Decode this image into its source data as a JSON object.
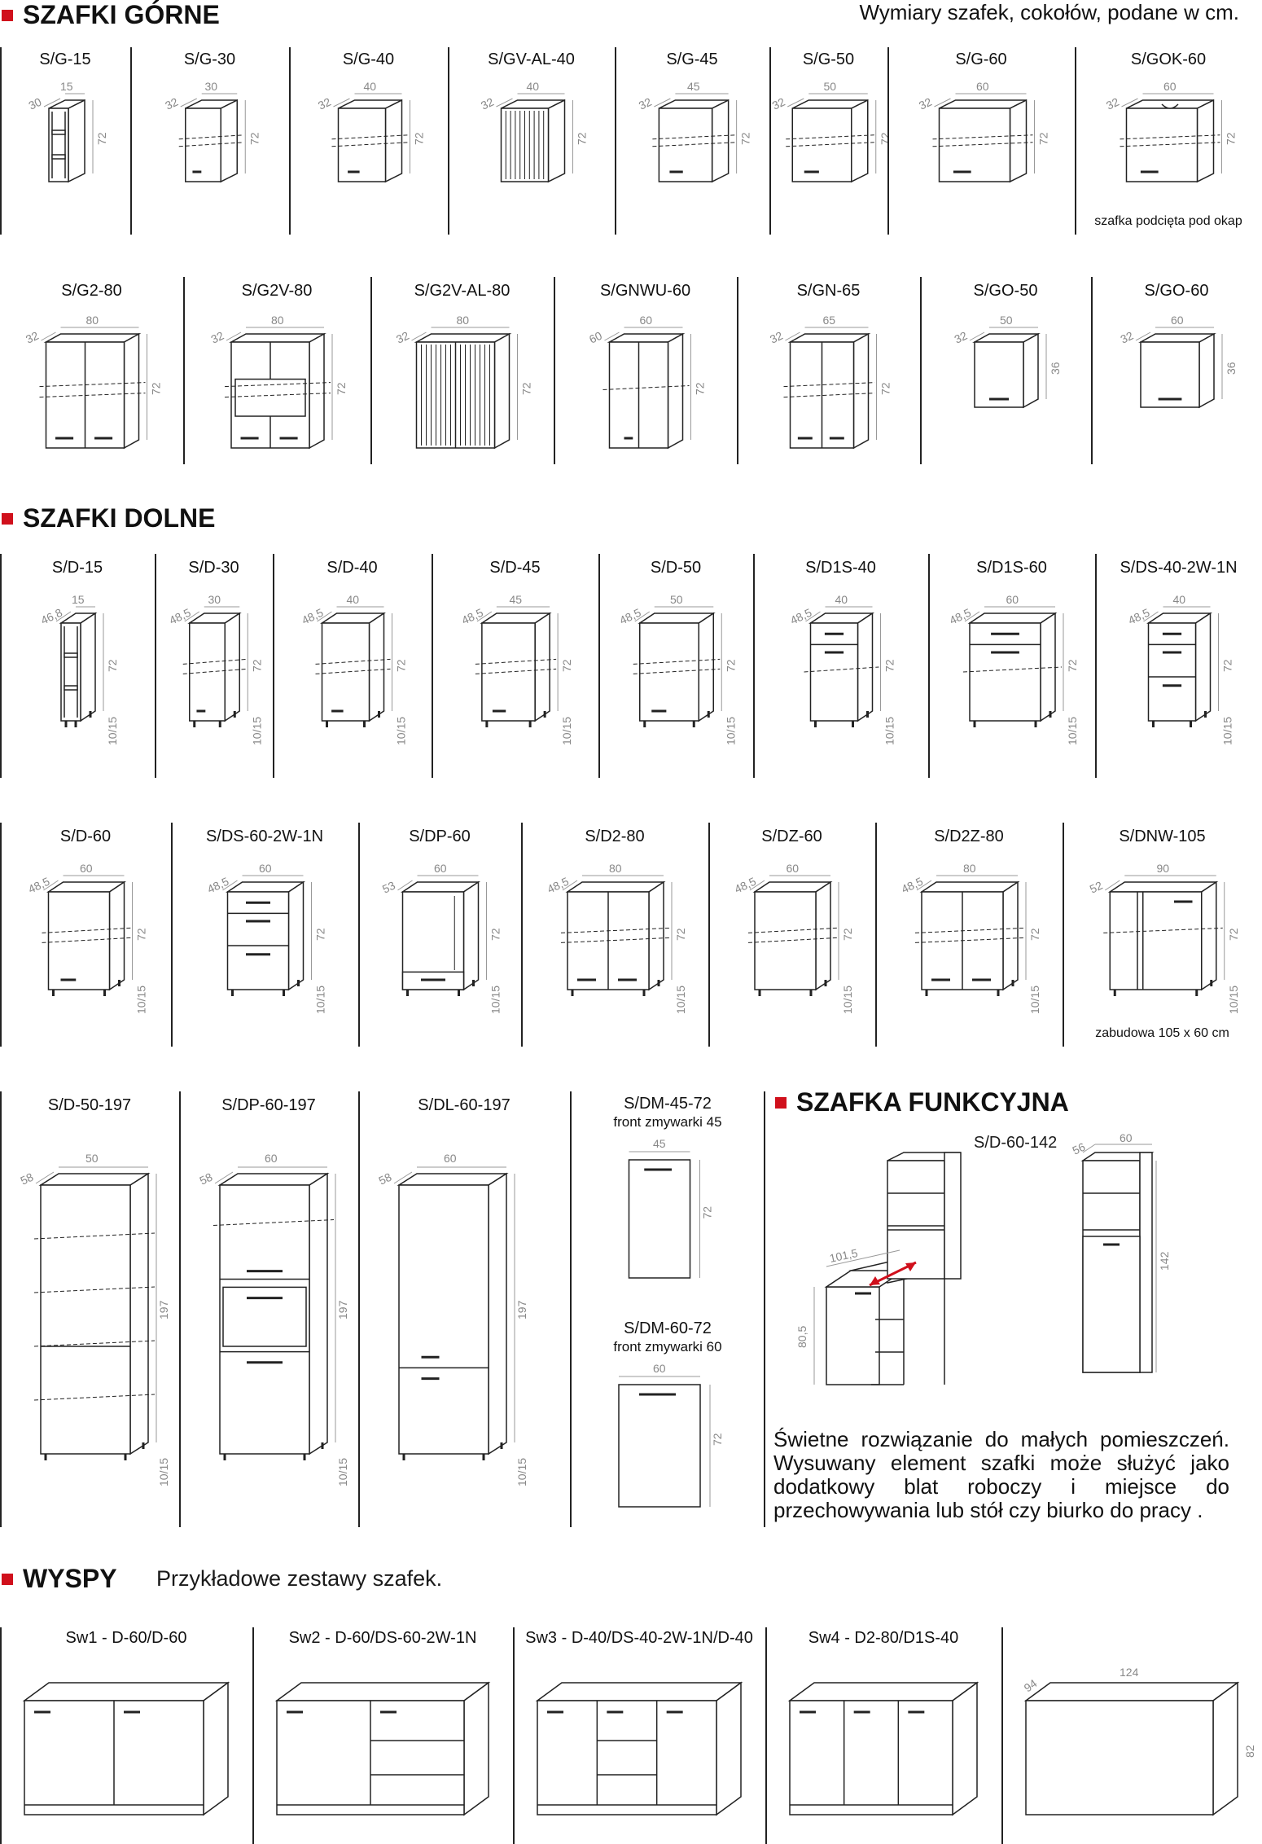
{
  "header": {
    "title_upper": "SZAFKI GÓRNE",
    "dimensions_note": "Wymiary szafek, cokołów, podane w cm."
  },
  "upper_row1": [
    {
      "code": "S/G-15",
      "w": "15",
      "d": "30",
      "h": "72",
      "kind": "open",
      "note": ""
    },
    {
      "code": "S/G-30",
      "w": "30",
      "d": "32",
      "h": "72",
      "kind": "door",
      "note": ""
    },
    {
      "code": "S/G-40",
      "w": "40",
      "d": "32",
      "h": "72",
      "kind": "door",
      "note": ""
    },
    {
      "code": "S/GV-AL-40",
      "w": "40",
      "d": "32",
      "h": "72",
      "kind": "glass",
      "note": ""
    },
    {
      "code": "S/G-45",
      "w": "45",
      "d": "32",
      "h": "72",
      "kind": "door",
      "note": ""
    },
    {
      "code": "S/G-50",
      "w": "50",
      "d": "32",
      "h": "72",
      "kind": "door",
      "note": ""
    },
    {
      "code": "S/G-60",
      "w": "60",
      "d": "32",
      "h": "72",
      "kind": "door",
      "note": ""
    },
    {
      "code": "S/GOK-60",
      "w": "60",
      "d": "32",
      "h": "72",
      "kind": "hood",
      "note": "szafka podcięta pod okap"
    }
  ],
  "upper_row2": [
    {
      "code": "S/G2-80",
      "w": "80",
      "d": "32",
      "h": "72",
      "kind": "double"
    },
    {
      "code": "S/G2V-80",
      "w": "80",
      "d": "32",
      "h": "72",
      "kind": "doubleglass"
    },
    {
      "code": "S/G2V-AL-80",
      "w": "80",
      "d": "32",
      "h": "72",
      "kind": "glass"
    },
    {
      "code": "S/GNWU-60",
      "w": "60",
      "d": "60",
      "h": "72",
      "kind": "corner"
    },
    {
      "code": "S/GN-65",
      "w": "65",
      "d": "32",
      "h": "72",
      "kind": "double"
    },
    {
      "code": "S/GO-50",
      "w": "50",
      "d": "32",
      "h": "36",
      "kind": "flap"
    },
    {
      "code": "S/GO-60",
      "w": "60",
      "d": "32",
      "h": "36",
      "kind": "flap"
    }
  ],
  "lower": {
    "title": "SZAFKI DOLNE",
    "row1": [
      {
        "code": "S/D-15",
        "w": "15",
        "d": "46,8",
        "h": "72",
        "leg": "10/15",
        "kind": "open"
      },
      {
        "code": "S/D-30",
        "w": "30",
        "d": "48,5",
        "h": "72",
        "leg": "10/15",
        "kind": "door"
      },
      {
        "code": "S/D-40",
        "w": "40",
        "d": "48,5",
        "h": "72",
        "leg": "10/15",
        "kind": "door"
      },
      {
        "code": "S/D-45",
        "w": "45",
        "d": "48,5",
        "h": "72",
        "leg": "10/15",
        "kind": "door"
      },
      {
        "code": "S/D-50",
        "w": "50",
        "d": "48,5",
        "h": "72",
        "leg": "10/15",
        "kind": "door"
      },
      {
        "code": "S/D1S-40",
        "w": "40",
        "d": "48,5",
        "h": "72",
        "leg": "10/15",
        "kind": "drawerdoor"
      },
      {
        "code": "S/D1S-60",
        "w": "60",
        "d": "48,5",
        "h": "72",
        "leg": "10/15",
        "kind": "drawerdoor"
      },
      {
        "code": "S/DS-40-2W-1N",
        "w": "40",
        "d": "48,5",
        "h": "72",
        "leg": "10/15",
        "kind": "drawers"
      }
    ],
    "row2": [
      {
        "code": "S/D-60",
        "w": "60",
        "d": "48,5",
        "h": "72",
        "leg": "10/15",
        "kind": "door",
        "note": ""
      },
      {
        "code": "S/DS-60-2W-1N",
        "w": "60",
        "d": "48,5",
        "h": "72",
        "leg": "10/15",
        "kind": "drawers",
        "note": ""
      },
      {
        "code": "S/DP-60",
        "w": "60",
        "d": "53",
        "h": "72",
        "leg": "10/15",
        "kind": "oven",
        "note": ""
      },
      {
        "code": "S/D2-80",
        "w": "80",
        "d": "48,5",
        "h": "72",
        "leg": "10/15",
        "kind": "double",
        "note": ""
      },
      {
        "code": "S/DZ-60",
        "w": "60",
        "d": "48,5",
        "h": "72",
        "leg": "10/15",
        "kind": "plain",
        "note": ""
      },
      {
        "code": "S/D2Z-80",
        "w": "80",
        "d": "48,5",
        "h": "72",
        "leg": "10/15",
        "kind": "double",
        "note": ""
      },
      {
        "code": "S/DNW-105",
        "w": "90",
        "d": "52",
        "h": "72",
        "leg": "10/15",
        "kind": "cornerlow",
        "w2": "105",
        "note": "zabudowa 105 x 60 cm"
      }
    ],
    "tall": [
      {
        "code": "S/D-50-197",
        "w": "50",
        "d": "58",
        "h": "197",
        "leg": "10/15",
        "kind": "tall"
      },
      {
        "code": "S/DP-60-197",
        "w": "60",
        "d": "58",
        "h": "197",
        "leg": "10/15",
        "kind": "talloven"
      },
      {
        "code": "S/DL-60-197",
        "w": "60",
        "d": "58",
        "h": "197",
        "leg": "10/15",
        "kind": "fridge"
      }
    ],
    "dishwasher": [
      {
        "code": "S/DM-45-72",
        "sub": "front zmywarki 45",
        "w": "45",
        "h": "72"
      },
      {
        "code": "S/DM-60-72",
        "sub": "front zmywarki 60",
        "w": "60",
        "h": "72"
      }
    ]
  },
  "functional": {
    "title": "SZAFKA FUNKCYJNA",
    "code": "S/D-60-142",
    "ext_w": "101,5",
    "ext_h": "80,5",
    "w": "60",
    "d": "56",
    "h": "142",
    "description": "Świetne rozwiązanie do małych pomieszczeń. Wysuwany element szafki może służyć jako dodatkowy blat roboczy i miejsce do przechowywania lub stół czy biurko do pracy ."
  },
  "islands": {
    "title": "WYSPY",
    "subtitle": "Przykładowe zestawy szafek.",
    "sets": [
      {
        "label": "Sw1 - D-60/D-60"
      },
      {
        "label": "Sw2 - D-60/DS-60-2W-1N"
      },
      {
        "label": "Sw3 - D-40/DS-40-2W-1N/D-40"
      },
      {
        "label": "Sw4 - D2-80/D1S-40"
      }
    ],
    "top_dims": {
      "w": "124",
      "d": "94",
      "h": "82"
    }
  },
  "colors": {
    "accent": "#d0101c",
    "line": "#222222",
    "dim": "#888888"
  }
}
